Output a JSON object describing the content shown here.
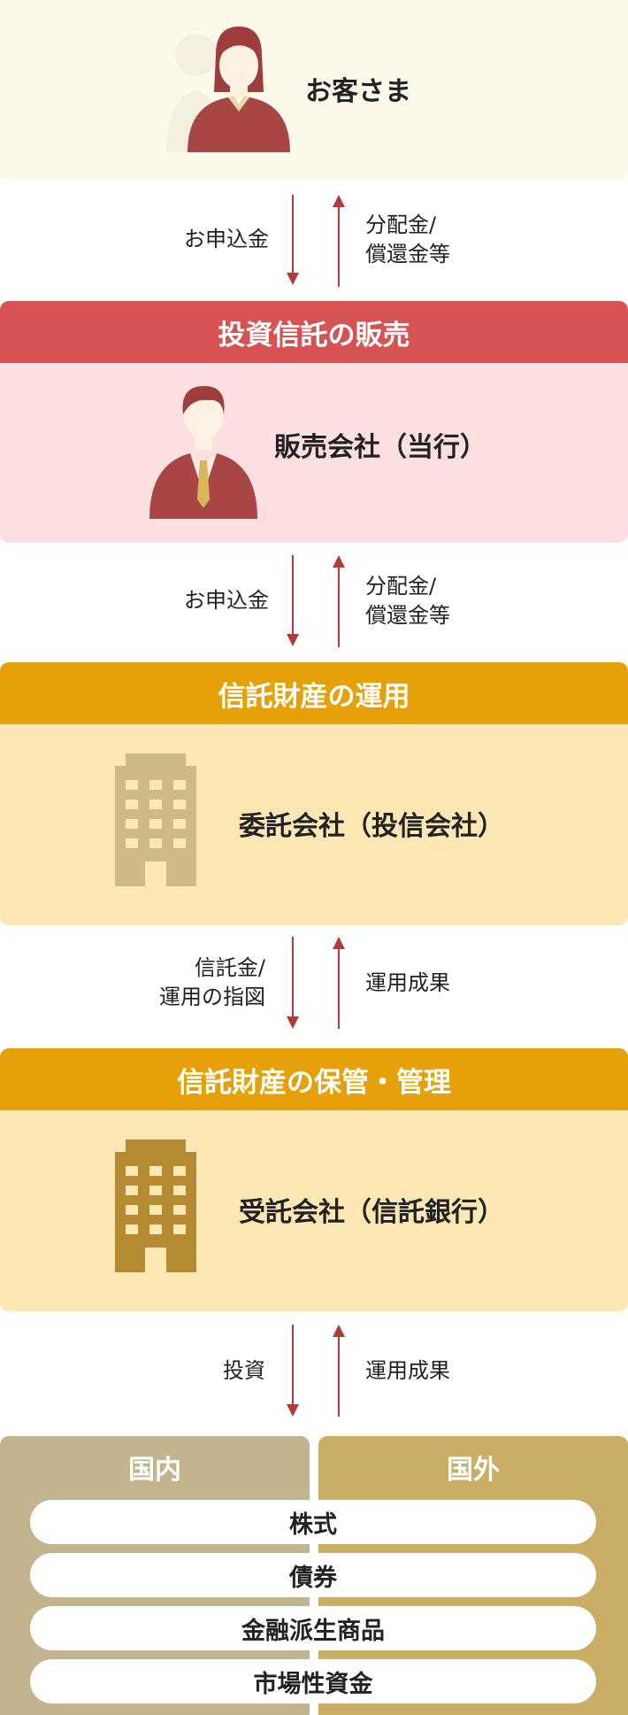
{
  "nodes": {
    "customer": {
      "label": "お客さま"
    },
    "sales": {
      "header": "投資信託の販売",
      "label": "販売会社（当行）"
    },
    "management": {
      "header": "信託財産の運用",
      "label": "委託会社（投信会社）"
    },
    "custody": {
      "header": "信託財産の保管・管理",
      "label": "受託会社（信託銀行）"
    }
  },
  "flows": [
    {
      "down": [
        "お申込金"
      ],
      "up": [
        "分配金/",
        "償還金等"
      ]
    },
    {
      "down": [
        "お申込金"
      ],
      "up": [
        "分配金/",
        "償還金等"
      ]
    },
    {
      "down": [
        "信託金/",
        "運用の指図"
      ],
      "up": [
        "運用成果"
      ]
    },
    {
      "down": [
        "投資"
      ],
      "up": [
        "運用成果"
      ]
    }
  ],
  "investments": {
    "domestic": "国内",
    "foreign": "国外",
    "items": [
      "株式",
      "債券",
      "金融派生商品",
      "市場性資金"
    ]
  },
  "colors": {
    "customer_bg": "#fdf9ea",
    "sales_header": "#d75252",
    "sales_bg": "#fcdfe0",
    "management_header": "#e5a00a",
    "management_bg": "#fde8b5",
    "domestic_bg": "#c2b48d",
    "foreign_bg": "#cbae66",
    "arrow": "#b33a3a"
  },
  "icons": [
    "woman-person-icon",
    "man-person-icon",
    "building-light-icon",
    "building-dark-icon"
  ]
}
